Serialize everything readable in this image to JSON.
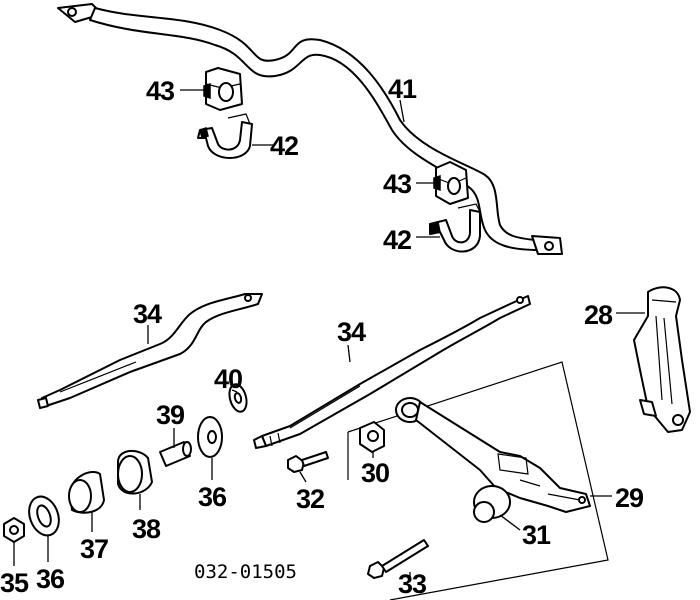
{
  "diagram": {
    "callouts": {
      "c43_top": "43",
      "c42_top": "42",
      "c41": "41",
      "c43_mid": "43",
      "c42_mid": "42",
      "c34_left": "34",
      "c34_right": "34",
      "c28": "28",
      "c40": "40",
      "c39": "39",
      "c30": "30",
      "c36_mid": "36",
      "c32": "32",
      "c38": "38",
      "c37": "37",
      "c29": "29",
      "c31": "31",
      "c35": "35",
      "c36_low": "36",
      "c33": "33"
    },
    "diagram_code": "032-01505"
  }
}
